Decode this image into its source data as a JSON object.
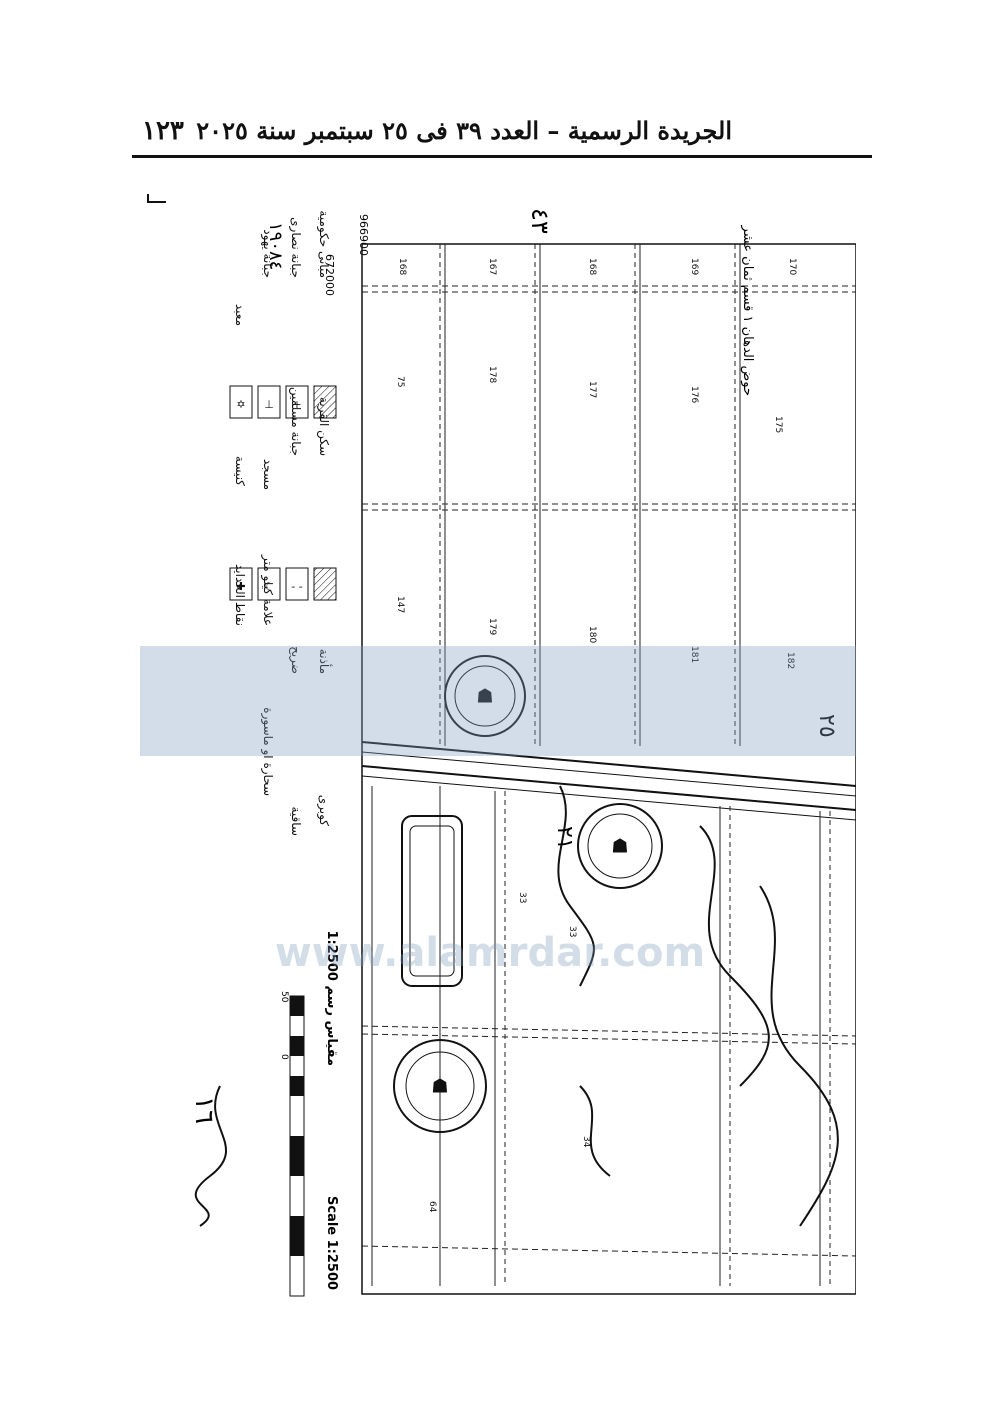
{
  "header": {
    "page_number": "١٢٣",
    "title": "الجريدة الرسمية – العدد ٣٩ فى ٢٥ سبتمبر سنة ٢٠٢٥"
  },
  "map": {
    "coord_x": "672000",
    "coord_y": "966900",
    "basin_label": "حوض الدهان ١ قسم ثمان عشر",
    "parcels_top_row": [
      "168",
      "167",
      "168",
      "169",
      "170"
    ],
    "parcels_mid_row": [
      "75",
      "178",
      "177",
      "176",
      "175"
    ],
    "parcels_low_row": [
      "147",
      "179",
      "180",
      "181",
      "182"
    ],
    "parcels_south": [
      "33",
      "34",
      "64"
    ],
    "watermark": "www.alamrdar.com",
    "handwritten_notes": [
      "٤٣",
      "٢٥",
      "٢١",
      "١٦"
    ],
    "side_note": "١٩٠٨٤"
  },
  "legend": {
    "items": [
      {
        "label": "مبانى حكومية"
      },
      {
        "label": "سكن القرية"
      },
      {
        "label": "جبانة نصارى"
      },
      {
        "label": "جبانة مسلمين"
      },
      {
        "label": "جبانة يهود"
      },
      {
        "label": "مسجد"
      },
      {
        "label": "معبد"
      },
      {
        "label": "كنيسة"
      },
      {
        "label": "مأذنة"
      },
      {
        "label": "ضريح"
      },
      {
        "label": "علامة كيلو متر"
      },
      {
        "label": "نقاط الحدايد"
      },
      {
        "label": "كوبرى"
      },
      {
        "label": "ساقية"
      },
      {
        "label": "سحارة او ماسورة"
      }
    ]
  },
  "scale": {
    "arabic": "مقياس رسم 1:2500",
    "english": "Scale 1:2500",
    "tick_0": "0",
    "tick_50": "50"
  },
  "colors": {
    "watermark": "#7f9fbf",
    "ink": "#111111"
  }
}
